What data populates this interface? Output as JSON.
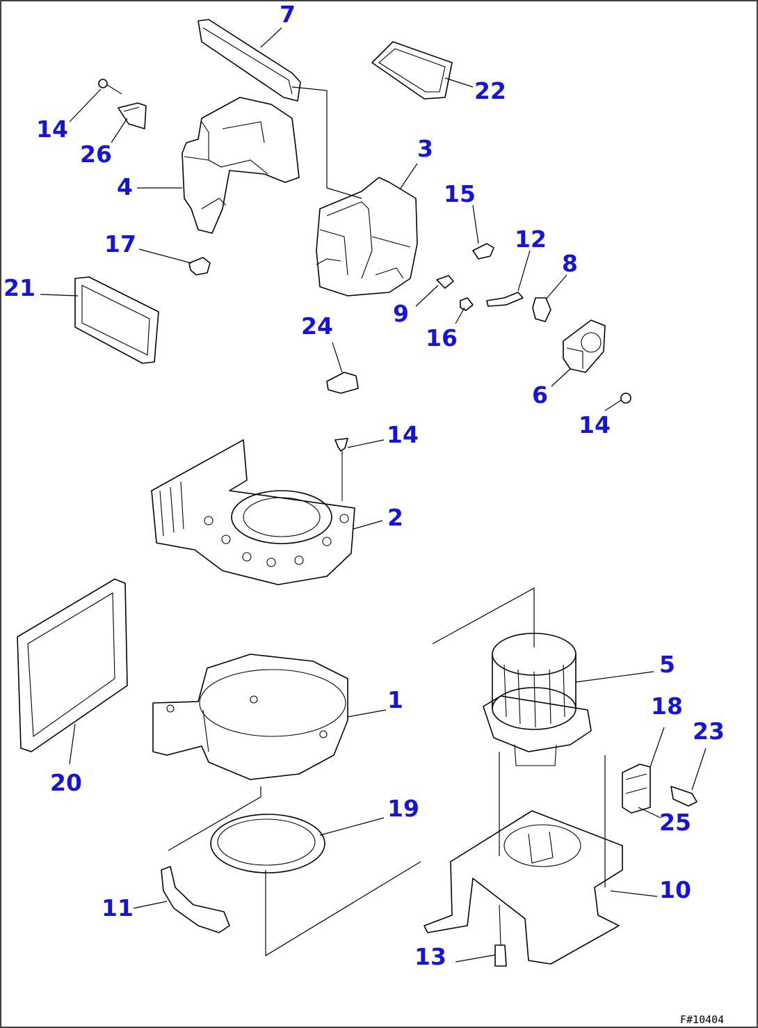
{
  "drawing_code": "F#10404",
  "callouts": [
    {
      "id": "7",
      "text": "7"
    },
    {
      "id": "22",
      "text": "22"
    },
    {
      "id": "14a",
      "text": "14"
    },
    {
      "id": "26",
      "text": "26"
    },
    {
      "id": "3",
      "text": "3"
    },
    {
      "id": "4",
      "text": "4"
    },
    {
      "id": "15",
      "text": "15"
    },
    {
      "id": "12",
      "text": "12"
    },
    {
      "id": "8",
      "text": "8"
    },
    {
      "id": "17",
      "text": "17"
    },
    {
      "id": "21",
      "text": "21"
    },
    {
      "id": "9",
      "text": "9"
    },
    {
      "id": "16",
      "text": "16"
    },
    {
      "id": "24",
      "text": "24"
    },
    {
      "id": "6",
      "text": "6"
    },
    {
      "id": "14b",
      "text": "14"
    },
    {
      "id": "14c",
      "text": "14"
    },
    {
      "id": "2",
      "text": "2"
    },
    {
      "id": "5",
      "text": "5"
    },
    {
      "id": "1",
      "text": "1"
    },
    {
      "id": "18",
      "text": "18"
    },
    {
      "id": "23",
      "text": "23"
    },
    {
      "id": "20",
      "text": "20"
    },
    {
      "id": "19",
      "text": "19"
    },
    {
      "id": "25",
      "text": "25"
    },
    {
      "id": "11",
      "text": "11"
    },
    {
      "id": "10",
      "text": "10"
    },
    {
      "id": "13",
      "text": "13"
    }
  ]
}
